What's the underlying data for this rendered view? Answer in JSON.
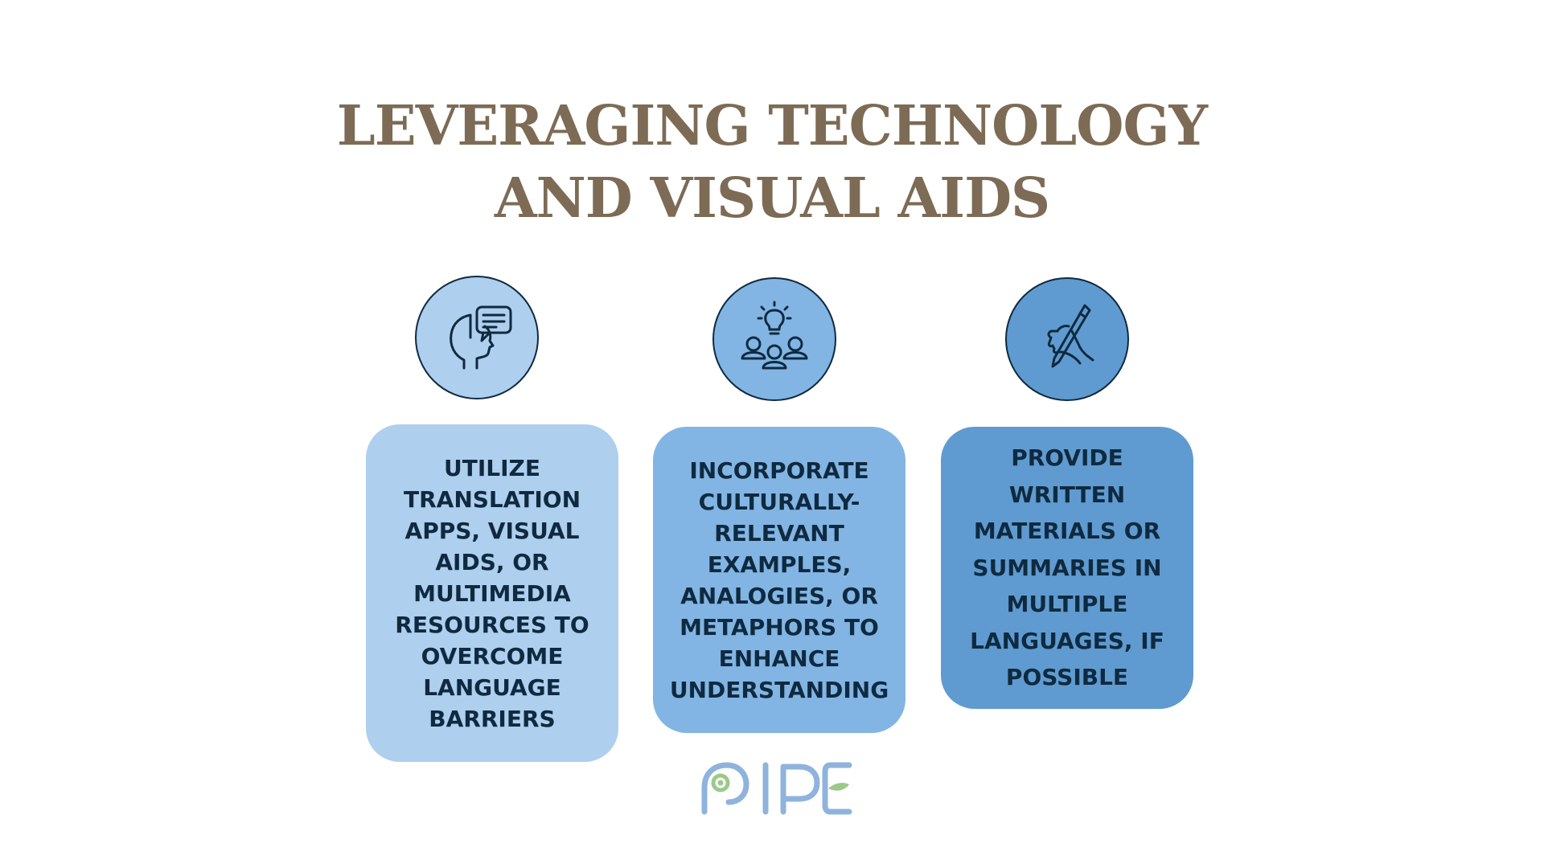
{
  "title": {
    "line1": "LEVERAGING TECHNOLOGY",
    "line2": "AND VISUAL AIDS"
  },
  "items": [
    {
      "icon": "head-chat-icon",
      "color": "#aecfee",
      "text": "UTILIZE TRANSLATION APPS, VISUAL AIDS, OR MULTIMEDIA RESOURCES TO OVERCOME LANGUAGE BARRIERS"
    },
    {
      "icon": "group-idea-icon",
      "color": "#82b5e3",
      "text": "INCORPORATE CULTURALLY-RELEVANT EXAMPLES, ANALOGIES, OR METAPHORS TO ENHANCE UNDERSTANDING"
    },
    {
      "icon": "hand-pencil-icon",
      "color": "#5f9bd0",
      "text": "PROVIDE WRITTEN MATERIALS OR SUMMARIES IN MULTIPLE LANGUAGES, IF POSSIBLE"
    }
  ],
  "logo": {
    "text": "PIPE"
  },
  "colors": {
    "title": "#7d6b55",
    "text": "#0f2a40",
    "logo_blue": "#8fb3dc",
    "logo_green": "#9cc98a"
  }
}
